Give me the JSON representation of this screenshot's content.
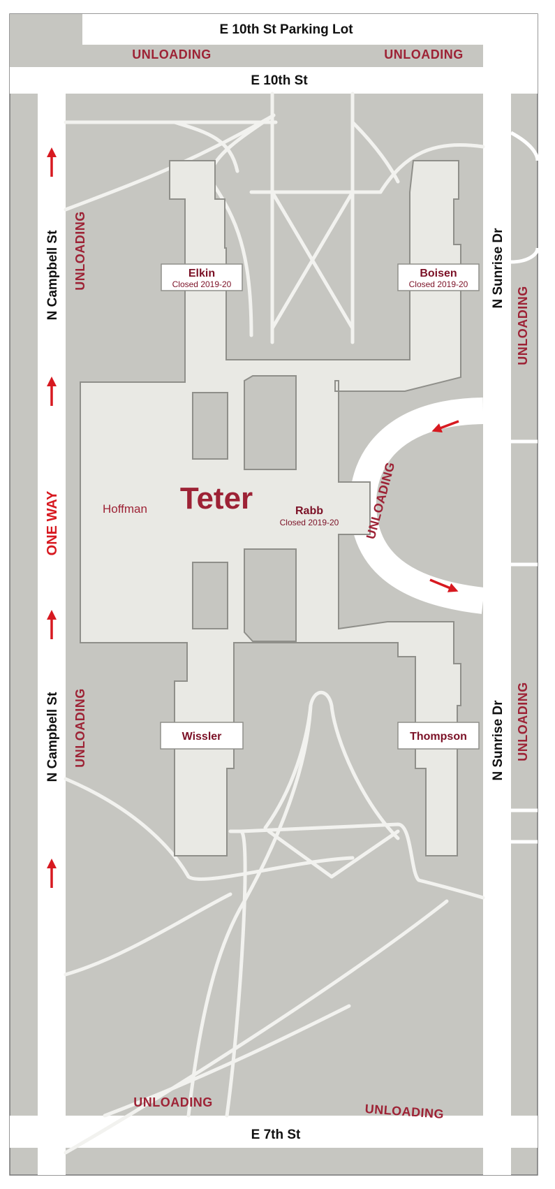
{
  "streets": {
    "parking_lot": "E 10th St Parking Lot",
    "tenth": "E 10th St",
    "seventh": "E 7th St",
    "campbell_upper": "N Campbell St",
    "campbell_lower": "N Campbell St",
    "sunrise_upper": "N Sunrise Dr",
    "sunrise_lower": "N Sunrise Dr"
  },
  "unloading": {
    "top_left": "UNLOADING",
    "top_right": "UNLOADING",
    "left_upper": "UNLOADING",
    "left_lower": "UNLOADING",
    "right_upper": "UNLOADING",
    "right_lower": "UNLOADING",
    "loop": "UNLOADING",
    "bottom_left": "UNLOADING",
    "bottom_right": "UNLOADING"
  },
  "one_way": "ONE WAY",
  "complex": {
    "name": "Teter",
    "hoffman": "Hoffman",
    "rabb": "Rabb",
    "rabb_note": "Closed 2019-20"
  },
  "buildings": {
    "elkin": {
      "name": "Elkin",
      "note": "Closed 2019-20"
    },
    "boisen": {
      "name": "Boisen",
      "note": "Closed 2019-20"
    },
    "wissler": {
      "name": "Wissler"
    },
    "thompson": {
      "name": "Thompson"
    }
  },
  "colors": {
    "ground": "#c6c6c1",
    "road": "#ffffff",
    "building": "#e9e9e4",
    "building_outline": "#8f8f8a",
    "accent_red": "#9d2235",
    "arrow_red": "#d71920"
  }
}
